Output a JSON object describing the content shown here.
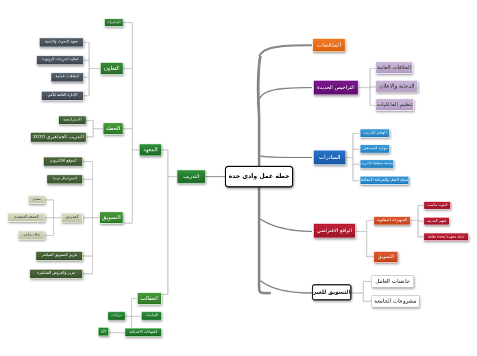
{
  "center": "خطة عمل وادي جدة",
  "right_branches": {
    "tenders": "المناقصات",
    "new_licenses": {
      "label": "التراخيص الجديدة",
      "items": [
        "العلاقات العامة",
        "الدعاية والاعلان",
        "تنظيم الفاعليات"
      ]
    },
    "initiatives": {
      "label": "المبادرات",
      "items": [
        "الوطن للتدريب",
        "مهارة المستقبل",
        "سياحة منطقة للتدريب",
        "سوق العمل والمرحلة الانتقالية"
      ]
    },
    "virtual_reality": {
      "label": "الواقع الافتراضي",
      "equipped_rooms": "التجهيزات المطلوبة",
      "room_items": [
        "لابتوب مناسب",
        "تجهيز التدريب",
        "غرفة مجهزة لوحدة مغلقة"
      ],
      "marketing": "التسويق"
    },
    "marketing_others": {
      "label": "التسويق للغير",
      "items": [
        "حاضنات العامل",
        "مشروعات الجامعة"
      ]
    }
  },
  "left_branches": {
    "training": "التدريب",
    "institute": "المعهد",
    "initiatives_small": "المبادرات",
    "cooperation": {
      "label": "التعاون",
      "items": [
        "معهد البحوث والتنمية",
        "اماليد لتدريبات الروبوت",
        "العلاقات العامة",
        "الإدارة العامة للأمن"
      ]
    },
    "plan": {
      "label": "الخطة",
      "items": [
        "الاستراتيجية",
        "التدريب الجماهيري 2020"
      ]
    },
    "marketing": {
      "label": "التسويق",
      "top_items": [
        "الموقع الالكتروني",
        "السوشيال ميديا"
      ],
      "trainers": "المدربين",
      "trainer_items": [
        "منتدى",
        "الجمعية السعودية",
        "تعاقد مباشر"
      ],
      "bottom_items": [
        "فريق التسويق المباشر",
        "جرير والعروض المباشرة"
      ]
    },
    "bag": {
      "label": "الحقائب",
      "licenses": "القياسات",
      "licenses_item": "مركبات",
      "certificates": "الشهادات الاحترافية",
      "certificates_item": "cit"
    }
  }
}
